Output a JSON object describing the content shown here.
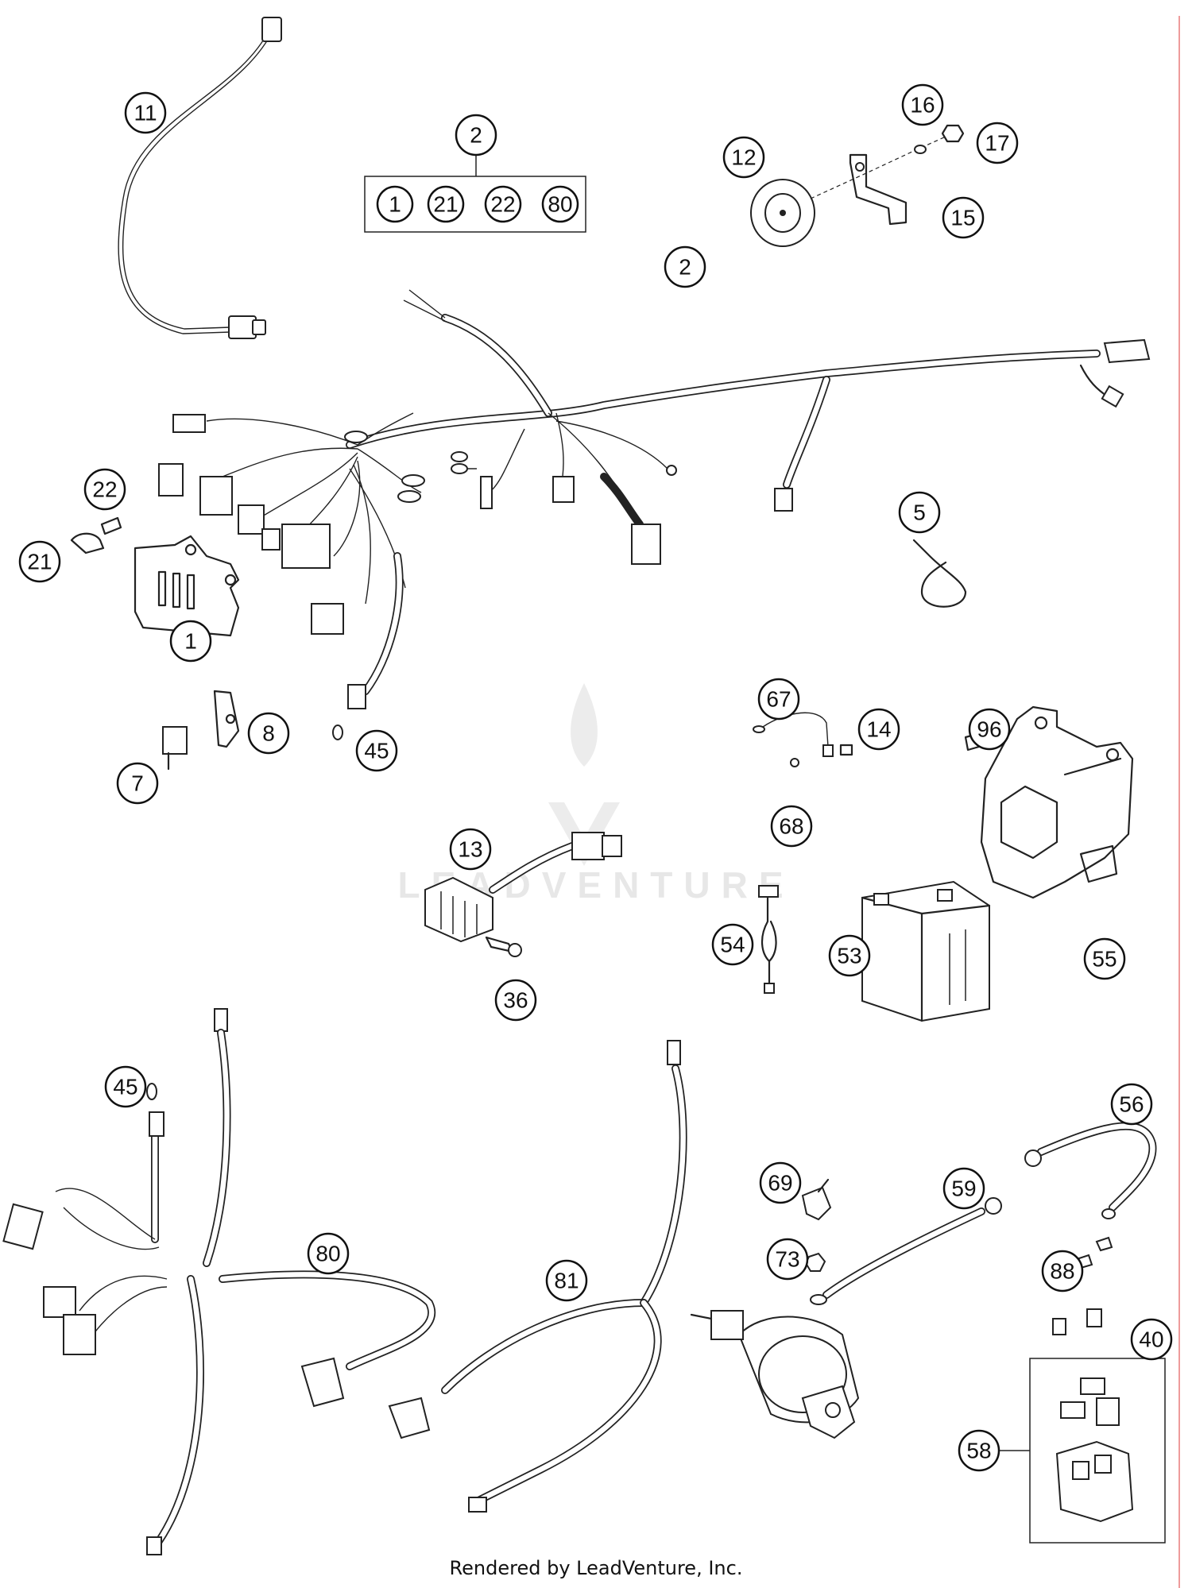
{
  "group_box": {
    "header": "2",
    "items": [
      "1",
      "21",
      "22",
      "80"
    ]
  },
  "callouts": [
    {
      "id": "11",
      "label": "11"
    },
    {
      "id": "2-top",
      "label": "2"
    },
    {
      "id": "12",
      "label": "12"
    },
    {
      "id": "16",
      "label": "16"
    },
    {
      "id": "17",
      "label": "17"
    },
    {
      "id": "15",
      "label": "15"
    },
    {
      "id": "2-harness",
      "label": "2"
    },
    {
      "id": "22",
      "label": "22"
    },
    {
      "id": "21",
      "label": "21"
    },
    {
      "id": "5",
      "label": "5"
    },
    {
      "id": "1",
      "label": "1"
    },
    {
      "id": "8",
      "label": "8"
    },
    {
      "id": "7",
      "label": "7"
    },
    {
      "id": "45-top",
      "label": "45"
    },
    {
      "id": "67",
      "label": "67"
    },
    {
      "id": "14",
      "label": "14"
    },
    {
      "id": "96",
      "label": "96"
    },
    {
      "id": "68",
      "label": "68"
    },
    {
      "id": "13",
      "label": "13"
    },
    {
      "id": "54",
      "label": "54"
    },
    {
      "id": "53",
      "label": "53"
    },
    {
      "id": "55",
      "label": "55"
    },
    {
      "id": "36",
      "label": "36"
    },
    {
      "id": "45-bottom",
      "label": "45"
    },
    {
      "id": "56",
      "label": "56"
    },
    {
      "id": "69",
      "label": "69"
    },
    {
      "id": "59",
      "label": "59"
    },
    {
      "id": "80",
      "label": "80"
    },
    {
      "id": "81",
      "label": "81"
    },
    {
      "id": "73",
      "label": "73"
    },
    {
      "id": "88",
      "label": "88"
    },
    {
      "id": "40",
      "label": "40"
    },
    {
      "id": "58",
      "label": "58"
    }
  ],
  "watermark": "LEADVENTURE",
  "footer": "Rendered by LeadVenture, Inc."
}
